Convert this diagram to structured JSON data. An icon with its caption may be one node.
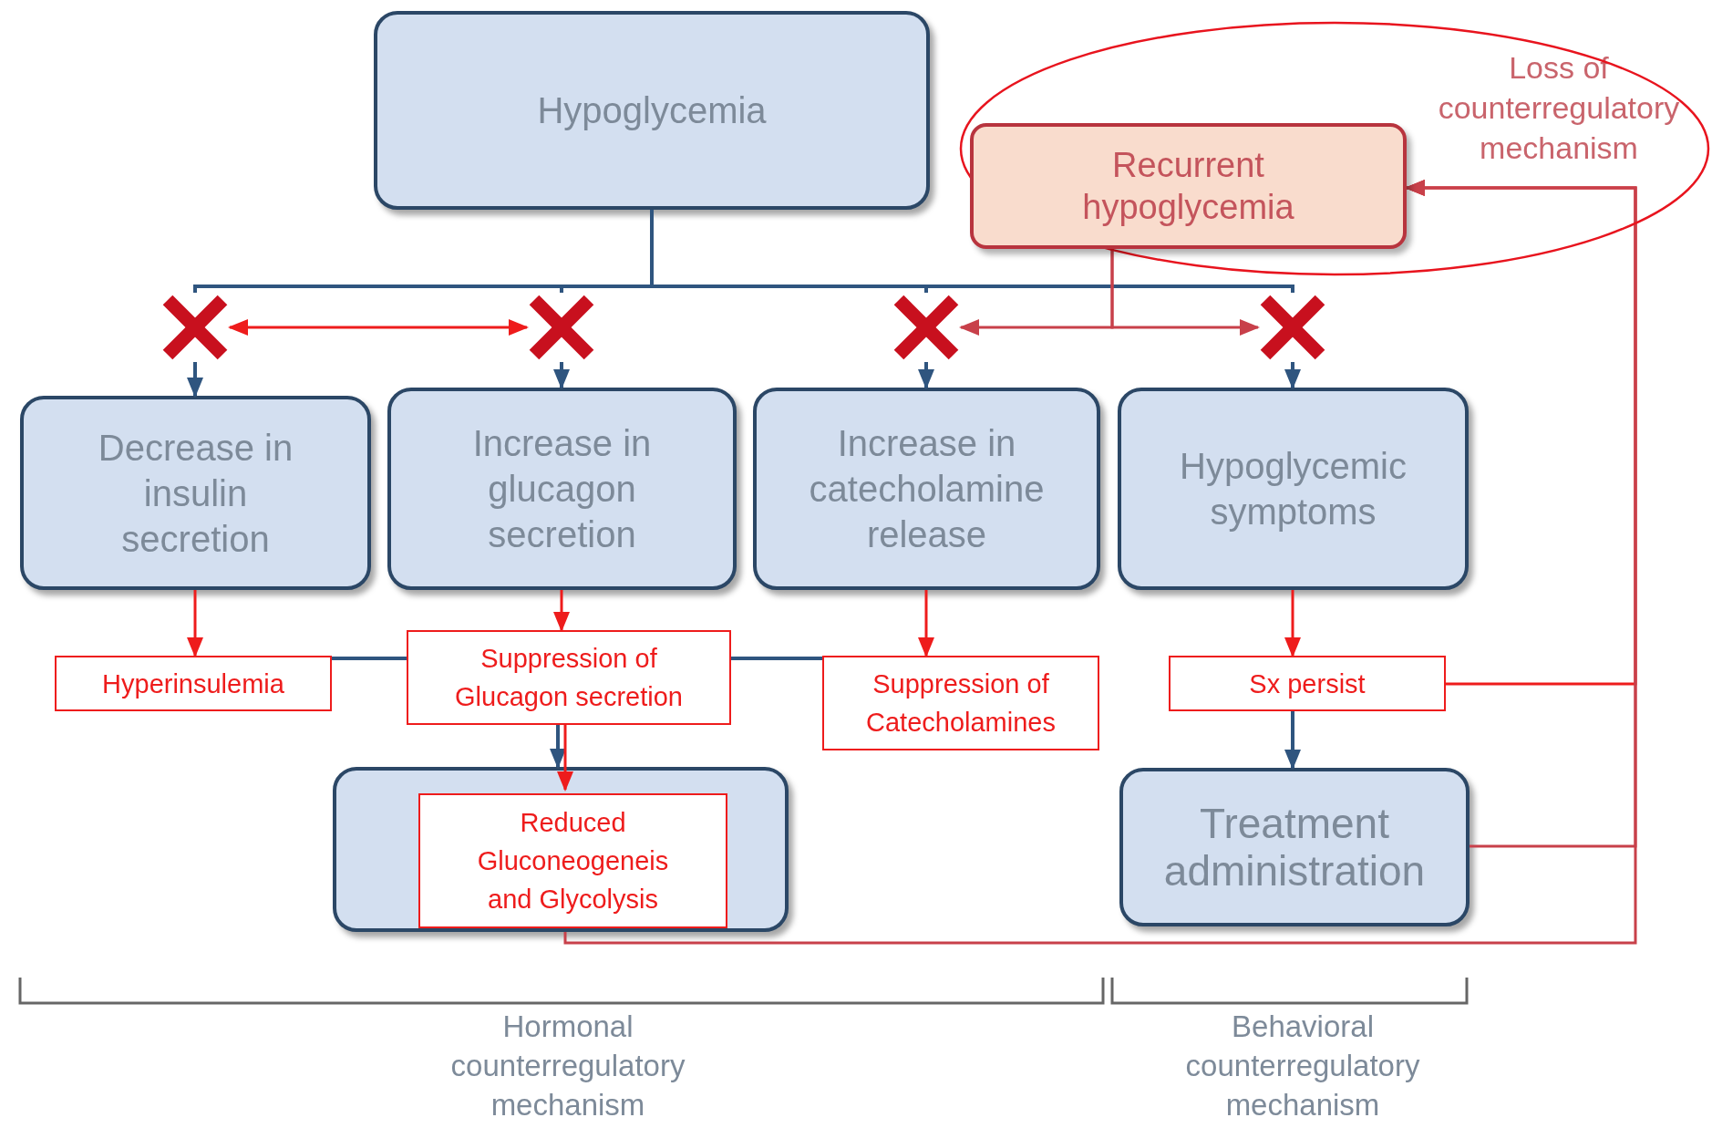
{
  "diagram": {
    "nodes": [
      {
        "text": [
          "Hypoglycemia"
        ]
      },
      {
        "text": [],
        "shape": "ellipse"
      },
      {
        "text": [
          "Recurrent hypoglycemia"
        ],
        "in": 1
      },
      {
        "text": [],
        "shape": "cross"
      },
      {
        "text": [],
        "shape": "cross"
      },
      {
        "text": [],
        "shape": "cross"
      },
      {
        "text": [],
        "shape": "cross"
      },
      {
        "text": [
          "Decrease in insulin secretion"
        ]
      },
      {
        "text": [
          "Increase in glucagon secretion"
        ]
      },
      {
        "text": [
          "Increase in catecholamine release"
        ]
      },
      {
        "text": [
          "Hypoglycemic symptoms"
        ]
      },
      {
        "text": [
          "Hyperinsulemia"
        ]
      },
      {
        "text": [
          "Suppression of Glucagon secretion"
        ]
      },
      {
        "text": [
          "Suppression of Catecholamines"
        ]
      },
      {
        "text": [
          "Sx persist"
        ]
      },
      {
        "text": [],
        "shape": "box"
      },
      {
        "text": [
          "Reduced Gluconeogeneis and Glycolysis"
        ],
        "in": 15
      },
      {
        "text": [
          "Treatment administration"
        ]
      }
    ],
    "edges": [
      {
        "from": 0,
        "to": 3,
        "arrow": "none"
      },
      {
        "from": 0,
        "to": 4,
        "arrow": "none"
      },
      {
        "from": 0,
        "to": 5,
        "arrow": "none"
      },
      {
        "from": 0,
        "to": 6,
        "arrow": "none"
      },
      {
        "from": 3,
        "to": 7,
        "arrow": "to"
      },
      {
        "from": 4,
        "to": 8,
        "arrow": "to"
      },
      {
        "from": 5,
        "to": 9,
        "arrow": "to"
      },
      {
        "from": 6,
        "to": 10,
        "arrow": "to"
      },
      {
        "from": 2,
        "to": 5,
        "arrow": "to",
        "color": "#c8404a"
      },
      {
        "from": 2,
        "to": 6,
        "arrow": "to",
        "color": "#c8404a"
      },
      {
        "from": 3,
        "to": 4,
        "arrow": "both",
        "color": "#ee1c1c"
      },
      {
        "from": 7,
        "to": 11,
        "arrow": "to",
        "color": "#ee1c1c"
      },
      {
        "from": 8,
        "to": 12,
        "arrow": "to",
        "color": "#ee1c1c"
      },
      {
        "from": 9,
        "to": 13,
        "arrow": "to",
        "color": "#ee1c1c"
      },
      {
        "from": 10,
        "to": 14,
        "arrow": "to",
        "color": "#ee1c1c"
      },
      {
        "from": 11,
        "to": 12,
        "arrow": "none"
      },
      {
        "from": 13,
        "to": 12,
        "arrow": "none"
      },
      {
        "from": 12,
        "to": 15,
        "arrow": "to"
      },
      {
        "from": 12,
        "to": 16,
        "arrow": "to",
        "color": "#ee1c1c"
      },
      {
        "from": 14,
        "to": 17,
        "arrow": "to"
      },
      {
        "from": 14,
        "to": 2,
        "arrow": "to",
        "color": "#ee1c1c"
      },
      {
        "from": 17,
        "to": 2,
        "arrow": "to",
        "color": "#c8404a"
      },
      {
        "from": 15,
        "to": 2,
        "arrow": "to",
        "color": "#c8404a"
      }
    ],
    "labels": [
      "Loss of counterregulatory mechanism",
      "Hormonal counterregulatory mechanism",
      "Behavioral counterregulatory mechanism"
    ]
  }
}
